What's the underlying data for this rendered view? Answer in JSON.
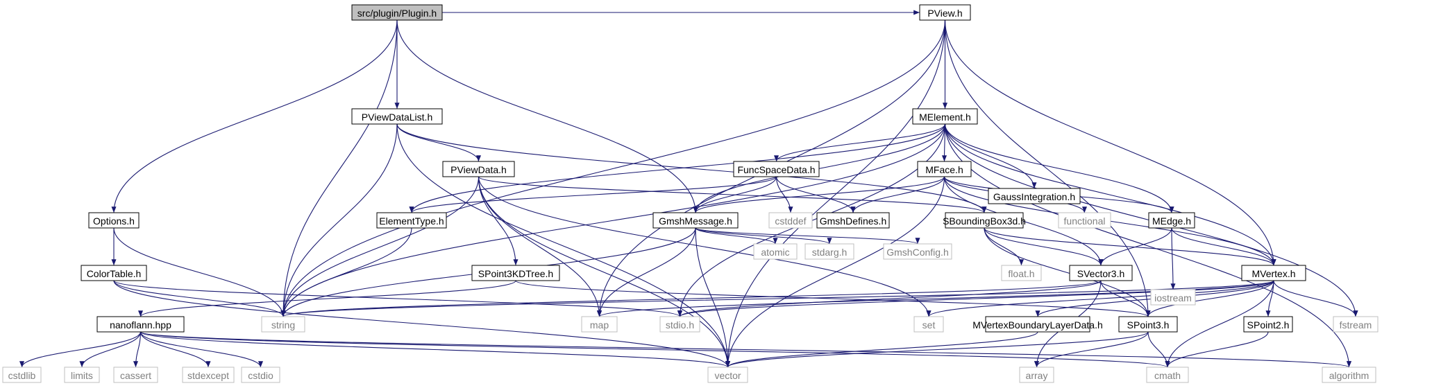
{
  "colors": {
    "edge": "#191970",
    "node_border": "#000000",
    "root_fill": "#bfbfbf",
    "node_fill": "#ffffff",
    "external_border": "#bfbfbf",
    "external_text": "#808080",
    "text": "#000000"
  },
  "graph": {
    "nodes": [
      {
        "id": "plugin",
        "label": "src/plugin/Plugin.h",
        "kind": "root"
      },
      {
        "id": "pview",
        "label": "PView.h",
        "kind": "header"
      },
      {
        "id": "pviewdatalist",
        "label": "PViewDataList.h",
        "kind": "header"
      },
      {
        "id": "melement",
        "label": "MElement.h",
        "kind": "header"
      },
      {
        "id": "pviewdata",
        "label": "PViewData.h",
        "kind": "header"
      },
      {
        "id": "funcspacedata",
        "label": "FuncSpaceData.h",
        "kind": "header"
      },
      {
        "id": "mface",
        "label": "MFace.h",
        "kind": "header"
      },
      {
        "id": "gaussint",
        "label": "GaussIntegration.h",
        "kind": "header"
      },
      {
        "id": "options",
        "label": "Options.h",
        "kind": "header"
      },
      {
        "id": "elementtype",
        "label": "ElementType.h",
        "kind": "header"
      },
      {
        "id": "gmshmessage",
        "label": "GmshMessage.h",
        "kind": "header"
      },
      {
        "id": "cstddef",
        "label": "cstddef",
        "kind": "external"
      },
      {
        "id": "gmshdefines",
        "label": "GmshDefines.h",
        "kind": "header"
      },
      {
        "id": "sbbox",
        "label": "SBoundingBox3d.h",
        "kind": "header"
      },
      {
        "id": "functional",
        "label": "functional",
        "kind": "external"
      },
      {
        "id": "medge",
        "label": "MEdge.h",
        "kind": "header"
      },
      {
        "id": "colortable",
        "label": "ColorTable.h",
        "kind": "header"
      },
      {
        "id": "spoint3kd",
        "label": "SPoint3KDTree.h",
        "kind": "header"
      },
      {
        "id": "atomic",
        "label": "atomic",
        "kind": "external"
      },
      {
        "id": "stdarg",
        "label": "stdarg.h",
        "kind": "external"
      },
      {
        "id": "gmshconfig",
        "label": "GmshConfig.h",
        "kind": "external"
      },
      {
        "id": "float",
        "label": "float.h",
        "kind": "external"
      },
      {
        "id": "svector3",
        "label": "SVector3.h",
        "kind": "header"
      },
      {
        "id": "iostream",
        "label": "iostream",
        "kind": "external"
      },
      {
        "id": "mvertex",
        "label": "MVertex.h",
        "kind": "header"
      },
      {
        "id": "nanoflann",
        "label": "nanoflann.hpp",
        "kind": "header"
      },
      {
        "id": "string",
        "label": "string",
        "kind": "external"
      },
      {
        "id": "map",
        "label": "map",
        "kind": "external"
      },
      {
        "id": "stdio",
        "label": "stdio.h",
        "kind": "external"
      },
      {
        "id": "set",
        "label": "set",
        "kind": "external"
      },
      {
        "id": "mvbl",
        "label": "MVertexBoundaryLayerData.h",
        "kind": "header"
      },
      {
        "id": "spoint3",
        "label": "SPoint3.h",
        "kind": "header"
      },
      {
        "id": "spoint2",
        "label": "SPoint2.h",
        "kind": "header"
      },
      {
        "id": "fstream",
        "label": "fstream",
        "kind": "external"
      },
      {
        "id": "cstdlib",
        "label": "cstdlib",
        "kind": "external"
      },
      {
        "id": "limits",
        "label": "limits",
        "kind": "external"
      },
      {
        "id": "cassert",
        "label": "cassert",
        "kind": "external"
      },
      {
        "id": "stdexcept",
        "label": "stdexcept",
        "kind": "external"
      },
      {
        "id": "cstdio",
        "label": "cstdio",
        "kind": "external"
      },
      {
        "id": "vector",
        "label": "vector",
        "kind": "external"
      },
      {
        "id": "array",
        "label": "array",
        "kind": "external"
      },
      {
        "id": "cmath",
        "label": "cmath",
        "kind": "external"
      },
      {
        "id": "algorithm",
        "label": "algorithm",
        "kind": "external"
      }
    ],
    "edges": [
      [
        "plugin",
        "pview"
      ],
      [
        "plugin",
        "pviewdatalist"
      ],
      [
        "plugin",
        "options"
      ],
      [
        "plugin",
        "gmshmessage"
      ],
      [
        "plugin",
        "string"
      ],
      [
        "pview",
        "melement"
      ],
      [
        "pview",
        "map"
      ],
      [
        "pview",
        "string"
      ],
      [
        "pview",
        "mvertex"
      ],
      [
        "pview",
        "spoint3"
      ],
      [
        "pview",
        "vector"
      ],
      [
        "pviewdatalist",
        "pviewdata"
      ],
      [
        "pviewdatalist",
        "sbbox"
      ],
      [
        "pviewdatalist",
        "string"
      ],
      [
        "pviewdatalist",
        "vector"
      ],
      [
        "melement",
        "elementtype"
      ],
      [
        "melement",
        "funcspacedata"
      ],
      [
        "melement",
        "mface"
      ],
      [
        "melement",
        "gaussint"
      ],
      [
        "melement",
        "gmshmessage"
      ],
      [
        "melement",
        "medge"
      ],
      [
        "melement",
        "mvertex"
      ],
      [
        "melement",
        "string"
      ],
      [
        "melement",
        "stdio"
      ],
      [
        "melement",
        "fstream"
      ],
      [
        "melement",
        "algorithm"
      ],
      [
        "pviewdata",
        "sbbox"
      ],
      [
        "pviewdata",
        "spoint3kd"
      ],
      [
        "pviewdata",
        "string"
      ],
      [
        "pviewdata",
        "map"
      ],
      [
        "pviewdata",
        "set"
      ],
      [
        "pviewdata",
        "vector"
      ],
      [
        "funcspacedata",
        "gmshmessage"
      ],
      [
        "funcspacedata",
        "cstddef"
      ],
      [
        "funcspacedata",
        "gmshdefines"
      ],
      [
        "funcspacedata",
        "elementtype"
      ],
      [
        "mface",
        "gmshmessage"
      ],
      [
        "mface",
        "gmshdefines"
      ],
      [
        "mface",
        "functional"
      ],
      [
        "mface",
        "medge"
      ],
      [
        "mface",
        "svector3"
      ],
      [
        "mface",
        "mvertex"
      ],
      [
        "mface",
        "vector"
      ],
      [
        "options",
        "colortable"
      ],
      [
        "options",
        "string"
      ],
      [
        "elementtype",
        "string"
      ],
      [
        "gmshmessage",
        "atomic"
      ],
      [
        "gmshmessage",
        "stdarg"
      ],
      [
        "gmshmessage",
        "gmshconfig"
      ],
      [
        "gmshmessage",
        "string"
      ],
      [
        "gmshmessage",
        "map"
      ],
      [
        "gmshmessage",
        "vector"
      ],
      [
        "sbbox",
        "float"
      ],
      [
        "sbbox",
        "svector3"
      ],
      [
        "sbbox",
        "spoint3"
      ],
      [
        "sbbox",
        "mvertex"
      ],
      [
        "medge",
        "iostream"
      ],
      [
        "medge",
        "svector3"
      ],
      [
        "medge",
        "mvertex"
      ],
      [
        "colortable",
        "string"
      ],
      [
        "colortable",
        "stdio"
      ],
      [
        "colortable",
        "vector"
      ],
      [
        "spoint3kd",
        "nanoflann"
      ],
      [
        "spoint3kd",
        "spoint3"
      ],
      [
        "svector3",
        "string"
      ],
      [
        "svector3",
        "stdio"
      ],
      [
        "svector3",
        "array"
      ],
      [
        "svector3",
        "spoint3"
      ],
      [
        "mvertex",
        "string"
      ],
      [
        "mvertex",
        "map"
      ],
      [
        "mvertex",
        "stdio"
      ],
      [
        "mvertex",
        "set"
      ],
      [
        "mvertex",
        "mvbl"
      ],
      [
        "mvertex",
        "spoint3"
      ],
      [
        "mvertex",
        "spoint2"
      ],
      [
        "mvertex",
        "fstream"
      ],
      [
        "mvertex",
        "cmath"
      ],
      [
        "nanoflann",
        "cstdlib"
      ],
      [
        "nanoflann",
        "limits"
      ],
      [
        "nanoflann",
        "cassert"
      ],
      [
        "nanoflann",
        "stdexcept"
      ],
      [
        "nanoflann",
        "cstdio"
      ],
      [
        "nanoflann",
        "vector"
      ],
      [
        "nanoflann",
        "cmath"
      ],
      [
        "nanoflann",
        "algorithm"
      ],
      [
        "mvbl",
        "vector"
      ],
      [
        "spoint3",
        "vector"
      ],
      [
        "spoint3",
        "array"
      ],
      [
        "spoint3",
        "cmath"
      ],
      [
        "spoint2",
        "cmath"
      ]
    ]
  }
}
